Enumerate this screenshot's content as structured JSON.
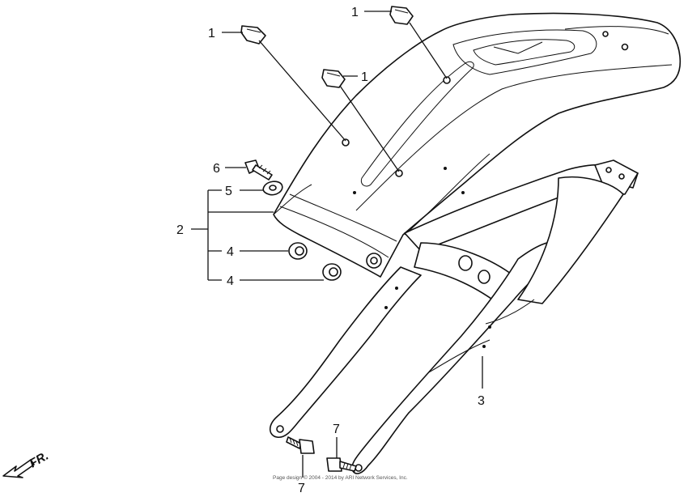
{
  "callouts": {
    "c1a": "1",
    "c1b": "1",
    "c1c": "1",
    "c2": "2",
    "c3": "3",
    "c4a": "4",
    "c4b": "4",
    "c5": "5",
    "c6": "6",
    "c7a": "7",
    "c7b": "7"
  },
  "direction": {
    "label": "FR."
  },
  "footer": {
    "text": "Page design © 2004 - 2014 by ARI Network Services, Inc."
  }
}
